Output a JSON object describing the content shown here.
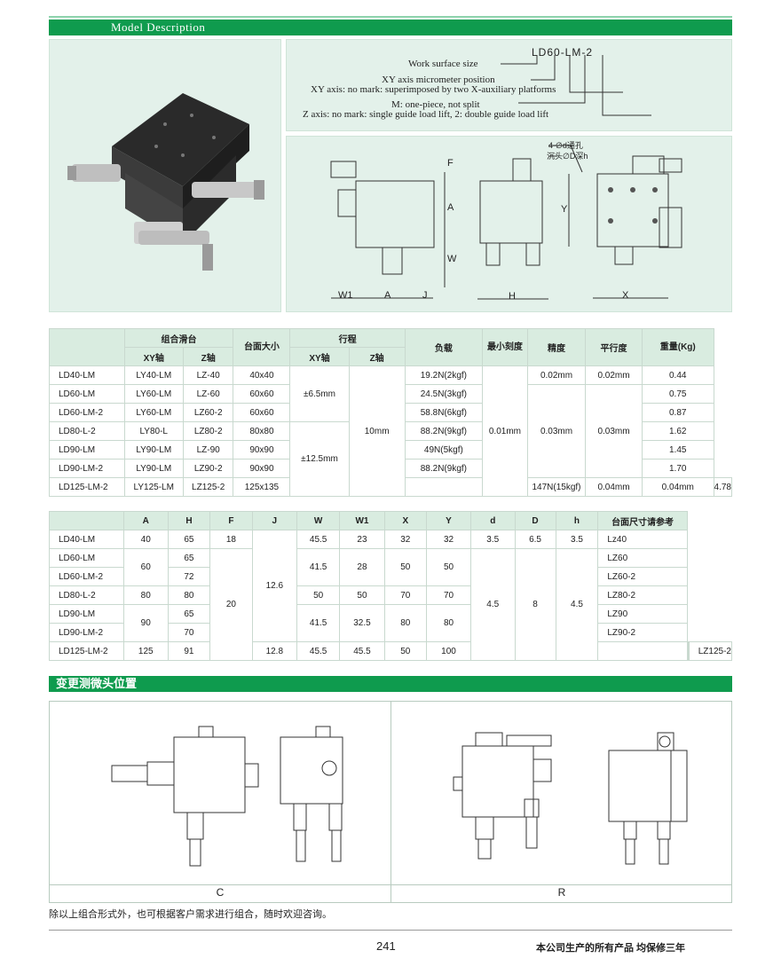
{
  "section1_title": "Model Description",
  "model": {
    "code": "LD60-LM-2",
    "lines": [
      "Work surface size",
      "XY axis micrometer position",
      "XY axis: no mark: superimposed by two X-auxiliary platforms",
      "M: one-piece, not split",
      "Z axis: no mark: single guide load lift, 2: double guide load lift"
    ]
  },
  "drawing_labels": {
    "dims": [
      "F",
      "A",
      "W",
      "W1",
      "A",
      "J",
      "H",
      "Y",
      "X"
    ],
    "hole_note_1": "4-∅d通孔",
    "hole_note_2": "沉头∅D深h"
  },
  "table1": {
    "headers": {
      "combo": "组合滑台",
      "xy": "XY轴",
      "z": "Z轴",
      "surface": "台面大小",
      "travel": "行程",
      "travel_xy": "XY轴",
      "travel_z": "Z轴",
      "load": "负载",
      "min_scale": "最小刻度",
      "precision": "精度",
      "parallel": "平行度",
      "weight": "重量(Kg)"
    },
    "rows": [
      {
        "model": "LD40-LM",
        "xy": "LY40-LM",
        "z": "LZ-40",
        "size": "40x40",
        "load": "19.2N(2kgf)",
        "weight": "0.44"
      },
      {
        "model": "LD60-LM",
        "xy": "LY60-LM",
        "z": "LZ-60",
        "size": "60x60",
        "load": "24.5N(3kgf)",
        "weight": "0.75"
      },
      {
        "model": "LD60-LM-2",
        "xy": "LY60-LM",
        "z": "LZ60-2",
        "size": "60x60",
        "load": "58.8N(6kgf)",
        "weight": "0.87"
      },
      {
        "model": "LD80-L-2",
        "xy": "LY80-L",
        "z": "LZ80-2",
        "size": "80x80",
        "load": "88.2N(9kgf)",
        "weight": "1.62"
      },
      {
        "model": "LD90-LM",
        "xy": "LY90-LM",
        "z": "LZ-90",
        "size": "90x90",
        "load": "49N(5kgf)",
        "weight": "1.45"
      },
      {
        "model": "LD90-LM-2",
        "xy": "LY90-LM",
        "z": "LZ90-2",
        "size": "90x90",
        "load": "88.2N(9kgf)",
        "weight": "1.70"
      },
      {
        "model": "LD125-LM-2",
        "xy": "LY125-LM",
        "z": "LZ125-2",
        "size": "125x135",
        "load": "147N(15kgf)",
        "weight": "4.78"
      }
    ],
    "travel_xy_a": "±6.5mm",
    "travel_xy_b": "±12.5mm",
    "travel_z": "10mm",
    "min_scale": "0.01mm",
    "precision": [
      "0.02mm",
      "0.03mm",
      "0.04mm"
    ],
    "parallel": [
      "0.02mm",
      "0.03mm",
      "0.04mm"
    ]
  },
  "table2": {
    "headers": [
      "A",
      "H",
      "F",
      "J",
      "W",
      "W1",
      "X",
      "Y",
      "d",
      "D",
      "h",
      "台面尺寸请参考"
    ],
    "models": [
      "LD40-LM",
      "LD60-LM",
      "LD60-LM-2",
      "LD80-L-2",
      "LD90-LM",
      "LD90-LM-2",
      "LD125-LM-2"
    ],
    "A": [
      "40",
      "60",
      "80",
      "90",
      "125"
    ],
    "H": [
      "65",
      "65",
      "72",
      "80",
      "65",
      "70",
      "91"
    ],
    "F": [
      "18",
      "20"
    ],
    "J": [
      "12.6",
      "12.8"
    ],
    "W": [
      "45.5",
      "41.5",
      "50",
      "41.5",
      "45.5"
    ],
    "W1": [
      "23",
      "28",
      "50",
      "32.5",
      "45.5"
    ],
    "X": [
      "32",
      "50",
      "70",
      "80",
      "50"
    ],
    "Y": [
      "32",
      "50",
      "70",
      "80",
      "100"
    ],
    "d": [
      "3.5",
      "4.5"
    ],
    "D": [
      "6.5",
      "8"
    ],
    "h": [
      "3.5",
      "4.5"
    ],
    "ref": [
      "Lz40",
      "LZ60",
      "LZ60-2",
      "LZ80-2",
      "LZ90",
      "LZ90-2",
      "LZ125-2"
    ]
  },
  "section2_title": "变更测微头位置",
  "variant_c": "C",
  "variant_r": "R",
  "note": "除以上组合形式外，也可根据客户需求进行组合，随时欢迎咨询。",
  "page_number": "241",
  "warranty": "本公司生产的所有产品  均保修三年"
}
